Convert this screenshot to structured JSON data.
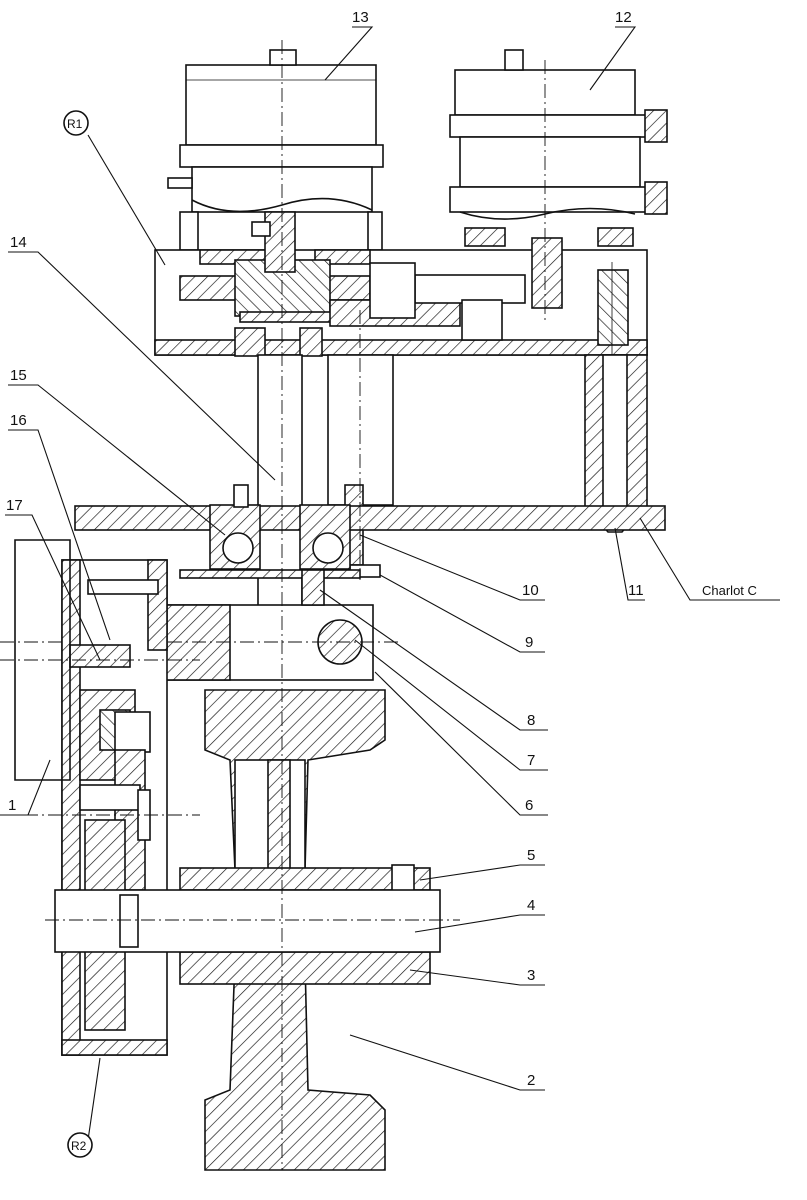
{
  "labels": {
    "l1": "1",
    "l2": "2",
    "l3": "3",
    "l4": "4",
    "l5": "5",
    "l6": "6",
    "l7": "7",
    "l8": "8",
    "l9": "9",
    "l10": "10",
    "l11": "11",
    "l12": "12",
    "l13": "13",
    "l14": "14",
    "l15": "15",
    "l16": "16",
    "l17": "17",
    "r1": "R1",
    "r2": "R2",
    "charlot": "Charlot C"
  }
}
